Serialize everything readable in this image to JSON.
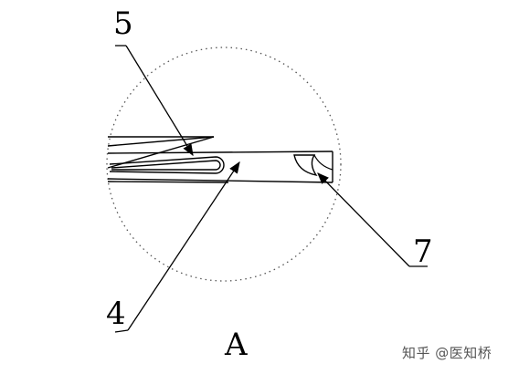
{
  "callouts": [
    {
      "id": "5",
      "label": "5"
    },
    {
      "id": "4",
      "label": "4"
    },
    {
      "id": "7",
      "label": "7"
    }
  ],
  "view_label": "A",
  "watermark": "知乎 @医知桥",
  "colors": {
    "line": "#000000",
    "circle": "#555555",
    "background": "#ffffff"
  }
}
